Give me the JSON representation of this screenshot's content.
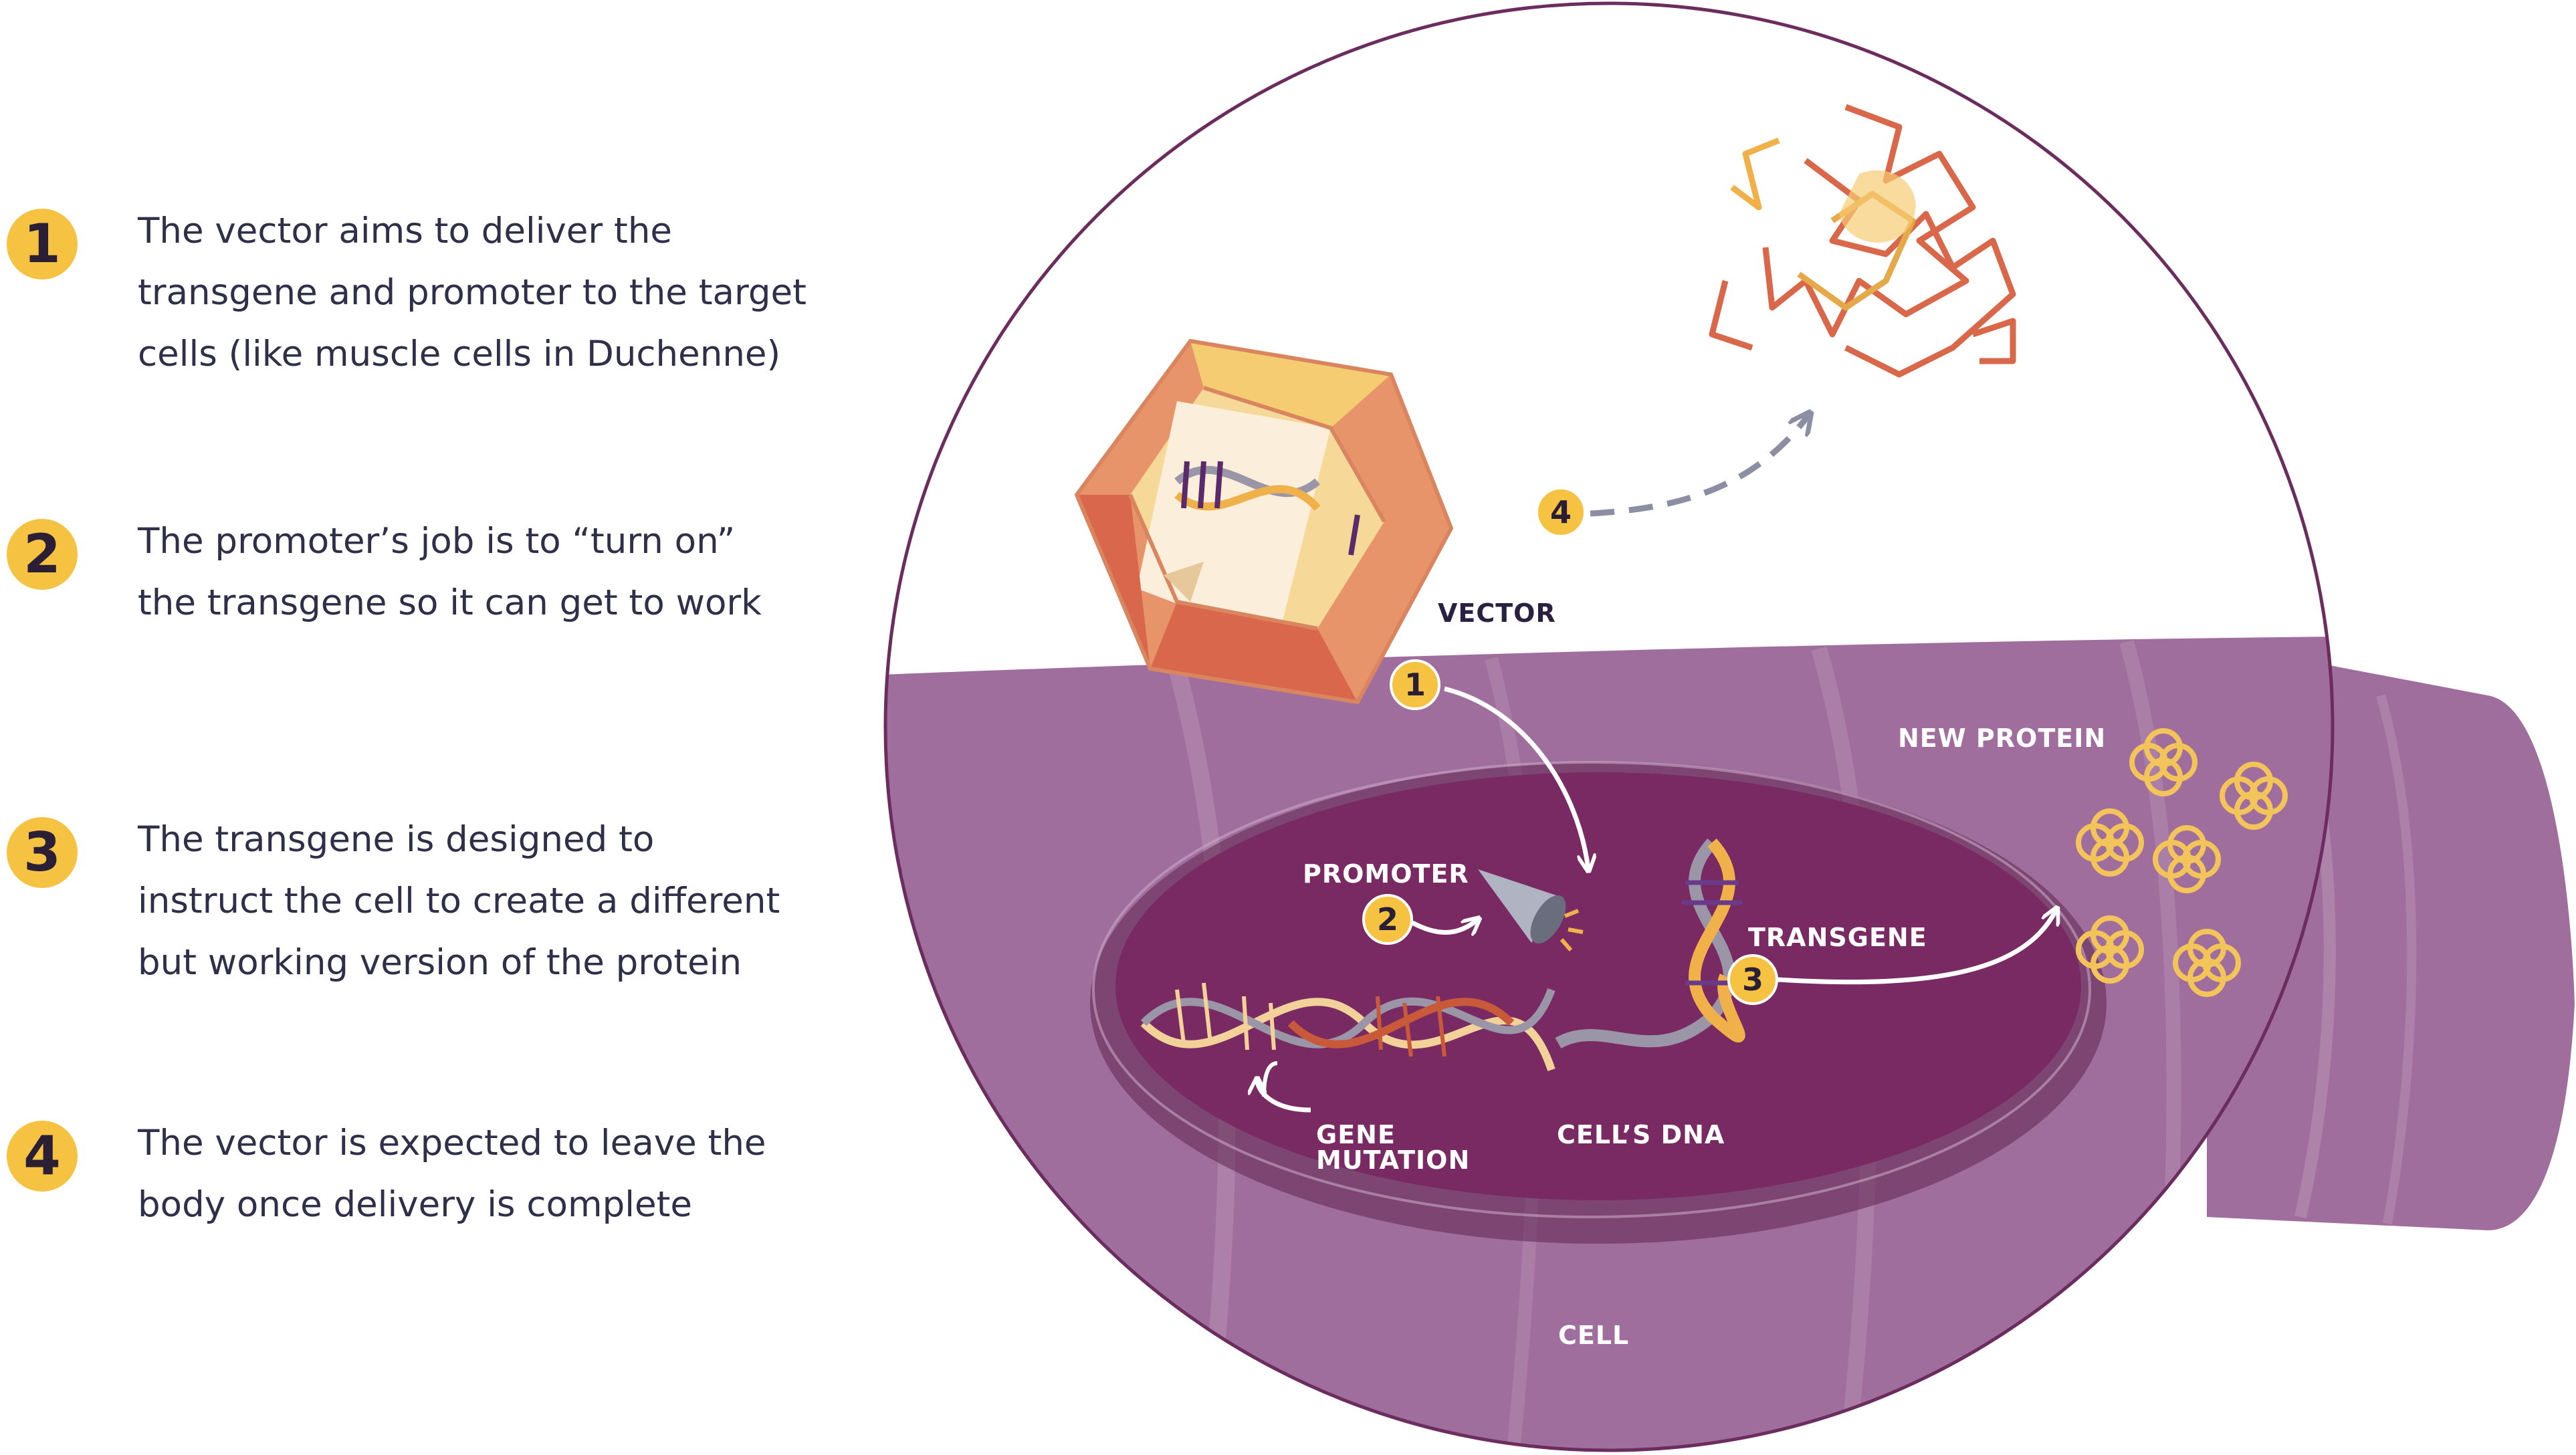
{
  "steps": [
    {
      "number": "1",
      "lines": [
        "The vector aims to deliver the",
        "transgene and promoter to the target",
        "cells (like muscle cells in Duchenne)"
      ]
    },
    {
      "number": "2",
      "lines": [
        "The promoter’s job is to “turn on”",
        "the transgene so it can get to work"
      ]
    },
    {
      "number": "3",
      "lines": [
        "The transgene is designed to",
        "instruct the cell to create a different",
        "but working version of the protein"
      ]
    },
    {
      "number": "4",
      "lines": [
        "The vector is expected to leave the",
        "body once delivery is complete"
      ]
    }
  ],
  "diagram": {
    "labels": {
      "vector": "VECTOR",
      "new_protein": "NEW PROTEIN",
      "promoter": "PROMOTER",
      "transgene": "TRANSGENE",
      "gene_mutation_1": "GENE",
      "gene_mutation_2": "MUTATION",
      "cells_dna": "CELL’S DNA",
      "cell": "CELL"
    },
    "markers": [
      "1",
      "2",
      "3",
      "4"
    ]
  },
  "colors": {
    "badge": "#f5c242",
    "cell": "#a06e9c",
    "nucleus": "#7a2a62",
    "vector_orange": "#e8946a",
    "vector_yellow": "#f6cc73",
    "protein_red": "#d9674a",
    "text": "#2f2f4a"
  }
}
